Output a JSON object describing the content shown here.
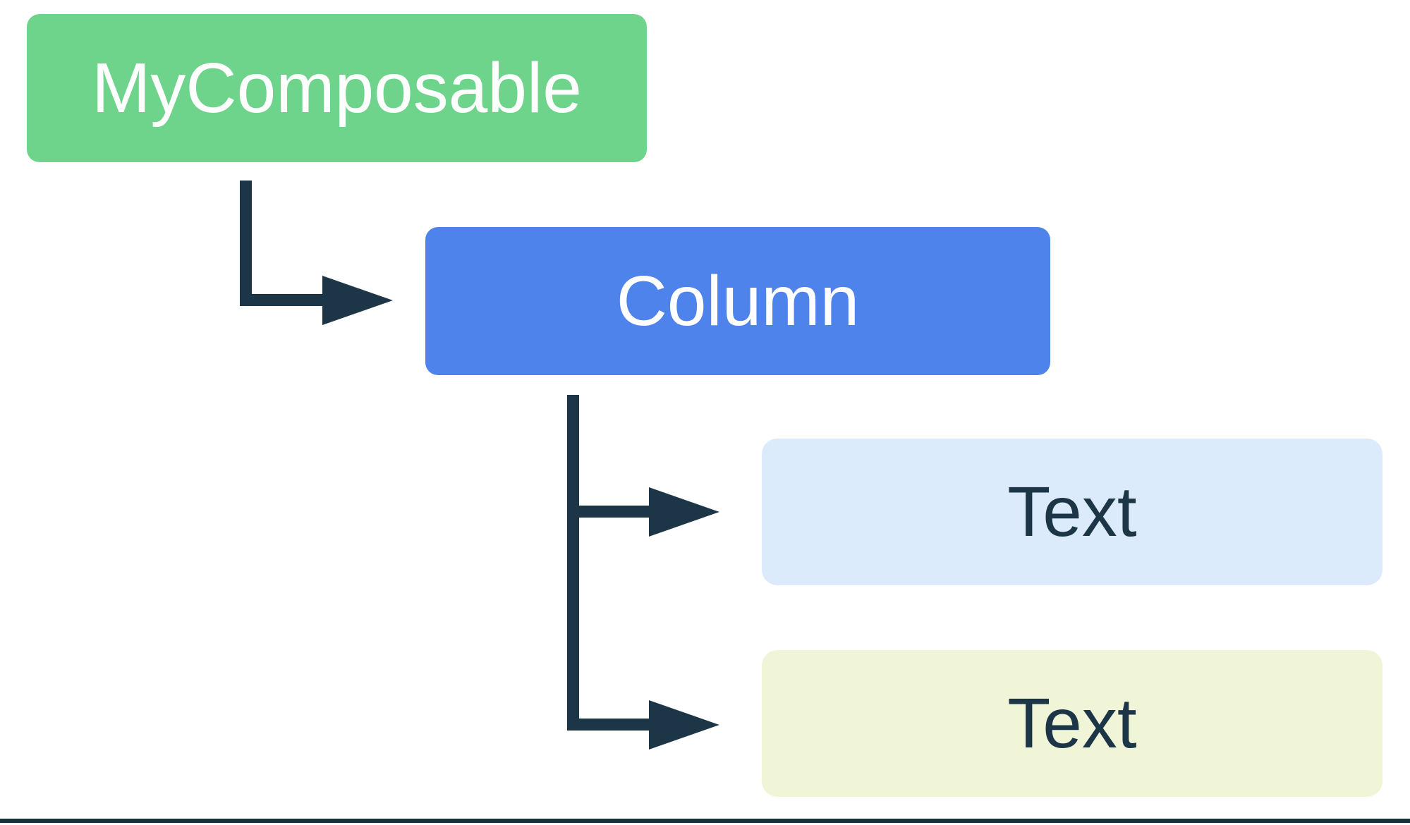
{
  "diagram": {
    "type": "tree",
    "background": "#ffffff",
    "arrow_color": "#1c3647",
    "bottom_rule_color": "#16323f",
    "nodes": [
      {
        "id": "my-composable",
        "label": "MyComposable",
        "fill": "#6ed38b",
        "text_color": "#ffffff"
      },
      {
        "id": "column",
        "label": "Column",
        "fill": "#4d83ea",
        "text_color": "#ffffff"
      },
      {
        "id": "text-1",
        "label": "Text",
        "fill": "#dcebfb",
        "text_color": "#1c3647"
      },
      {
        "id": "text-2",
        "label": "Text",
        "fill": "#f1f5d7",
        "text_color": "#1c3647"
      }
    ],
    "edges": [
      {
        "from": "MyComposable",
        "to": "Column"
      },
      {
        "from": "Column",
        "to": "Text"
      },
      {
        "from": "Column",
        "to": "Text"
      }
    ]
  }
}
